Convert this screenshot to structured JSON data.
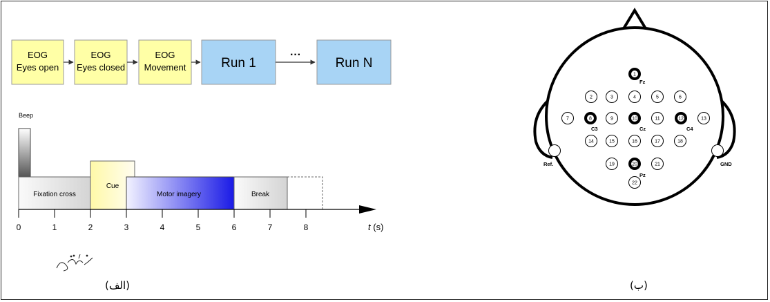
{
  "flow": {
    "boxes": [
      {
        "line1": "EOG",
        "line2": "Eyes open"
      },
      {
        "line1": "EOG",
        "line2": "Eyes closed"
      },
      {
        "line1": "EOG",
        "line2": "Movement"
      }
    ],
    "run1": "Run 1",
    "dots": "···",
    "runN": "Run N"
  },
  "timeline": {
    "beep": "Beep",
    "segments": {
      "fixation": "Fixation cross",
      "cue": "Cue",
      "motor": "Motor imagery",
      "break": "Break"
    },
    "ticks": [
      "0",
      "1",
      "2",
      "3",
      "4",
      "5",
      "6",
      "7",
      "8"
    ],
    "axis_var": "t",
    "axis_unit": " (s)"
  },
  "captions": {
    "left": "(الف)",
    "right": "(ب)"
  },
  "eeg": {
    "electrodes": [
      "1",
      "2",
      "3",
      "4",
      "5",
      "6",
      "7",
      "8",
      "9",
      "10",
      "11",
      "12",
      "13",
      "14",
      "15",
      "16",
      "17",
      "18",
      "19",
      "20",
      "21",
      "22"
    ],
    "labels": {
      "fz": "Fz",
      "c3": "C3",
      "cz": "Cz",
      "c4": "C4",
      "pz": "Pz",
      "ref": "Ref.",
      "gnd": "GND"
    }
  },
  "colors": {
    "yellow": "#ffffa6",
    "blue": "#a8d4f5",
    "gray": "#e2e2e2"
  }
}
